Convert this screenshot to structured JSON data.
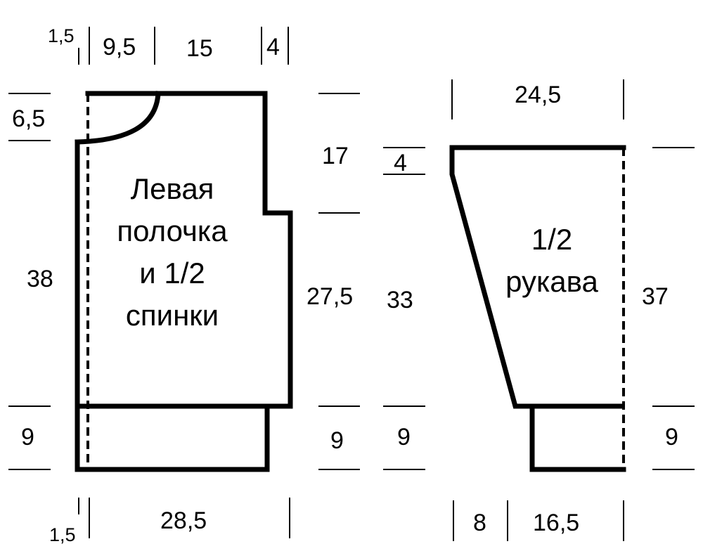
{
  "left_piece": {
    "title_lines": [
      "Левая",
      "полочка",
      "и 1/2",
      "спинки"
    ],
    "dims": {
      "top_edge": "1,5",
      "top_shoulder_inner": "9,5",
      "top_neck": "15",
      "top_step": "4",
      "neck_depth": "6,5",
      "total_height": "38",
      "rib_left": "9",
      "armhole": "17",
      "side": "27,5",
      "rib_right": "9",
      "bottom_edge": "1,5",
      "bottom_width": "28,5"
    }
  },
  "right_piece": {
    "title_lines": [
      "1/2",
      "рукава"
    ],
    "dims": {
      "top_width": "24,5",
      "cap": "4",
      "left_height": "33",
      "rib_left": "9",
      "right_height": "37",
      "rib_right": "9",
      "bottom_offset": "8",
      "bottom_width": "16,5"
    }
  }
}
